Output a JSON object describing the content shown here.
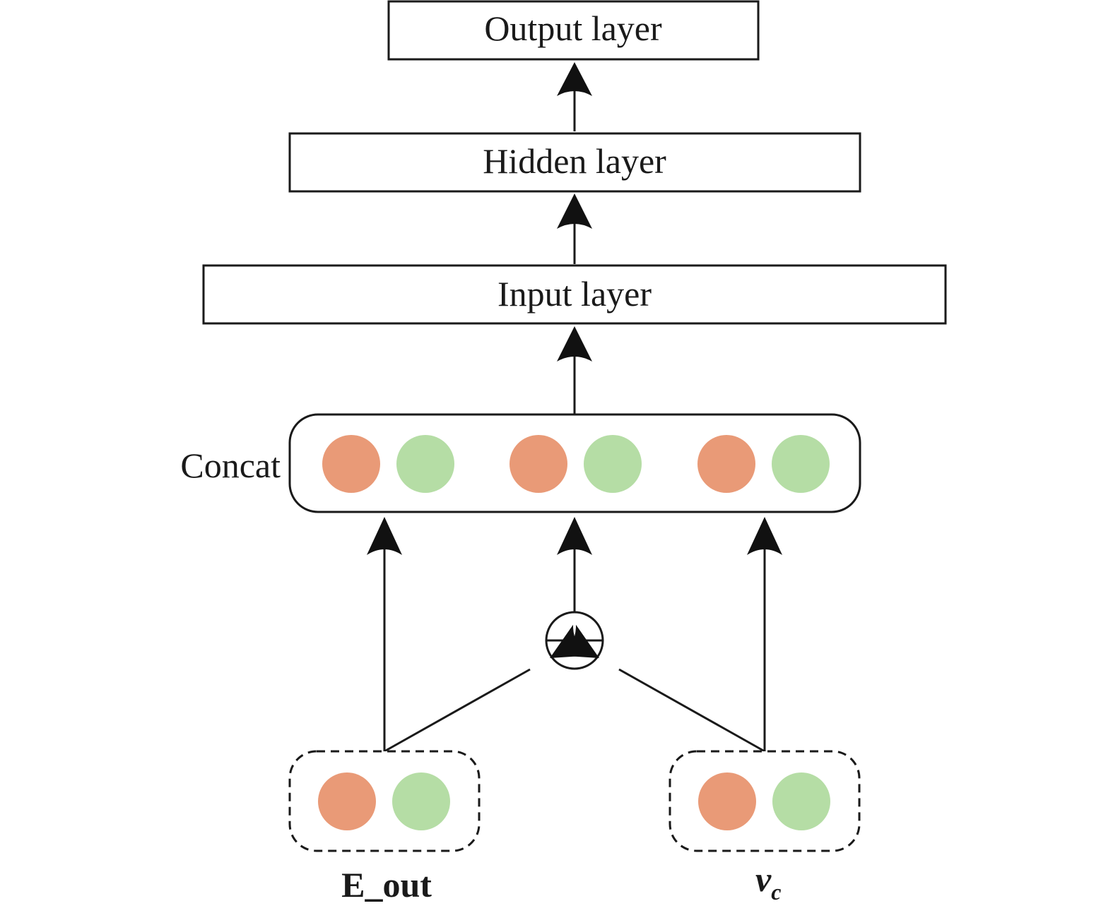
{
  "layers": {
    "output": "Output layer",
    "hidden": "Hidden layer",
    "input": "Input layer"
  },
  "concat_label": "Concat",
  "inputs": {
    "e_out": "E_out",
    "vc_base": "v",
    "vc_sub": "c"
  },
  "colors": {
    "orange": "#E99A77",
    "green": "#B5DDA5",
    "stroke": "#1a1a1a"
  }
}
